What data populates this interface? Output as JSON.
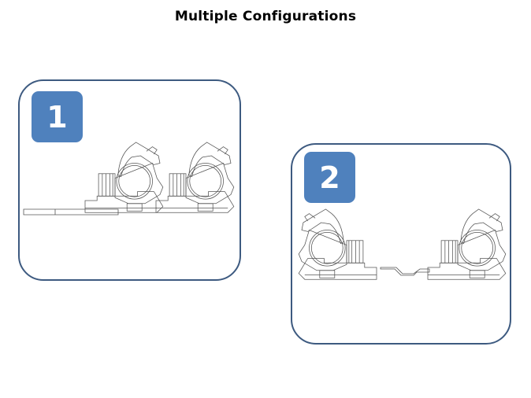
{
  "title": "Multiple Configurations",
  "panels": [
    {
      "badge": "1",
      "description": "Two clamps in series, facing the same direction"
    },
    {
      "badge": "2",
      "description": "Two clamps mirrored, connected by a link"
    }
  ],
  "colors": {
    "badge": "#4f81bd",
    "border": "#3d5a80"
  }
}
